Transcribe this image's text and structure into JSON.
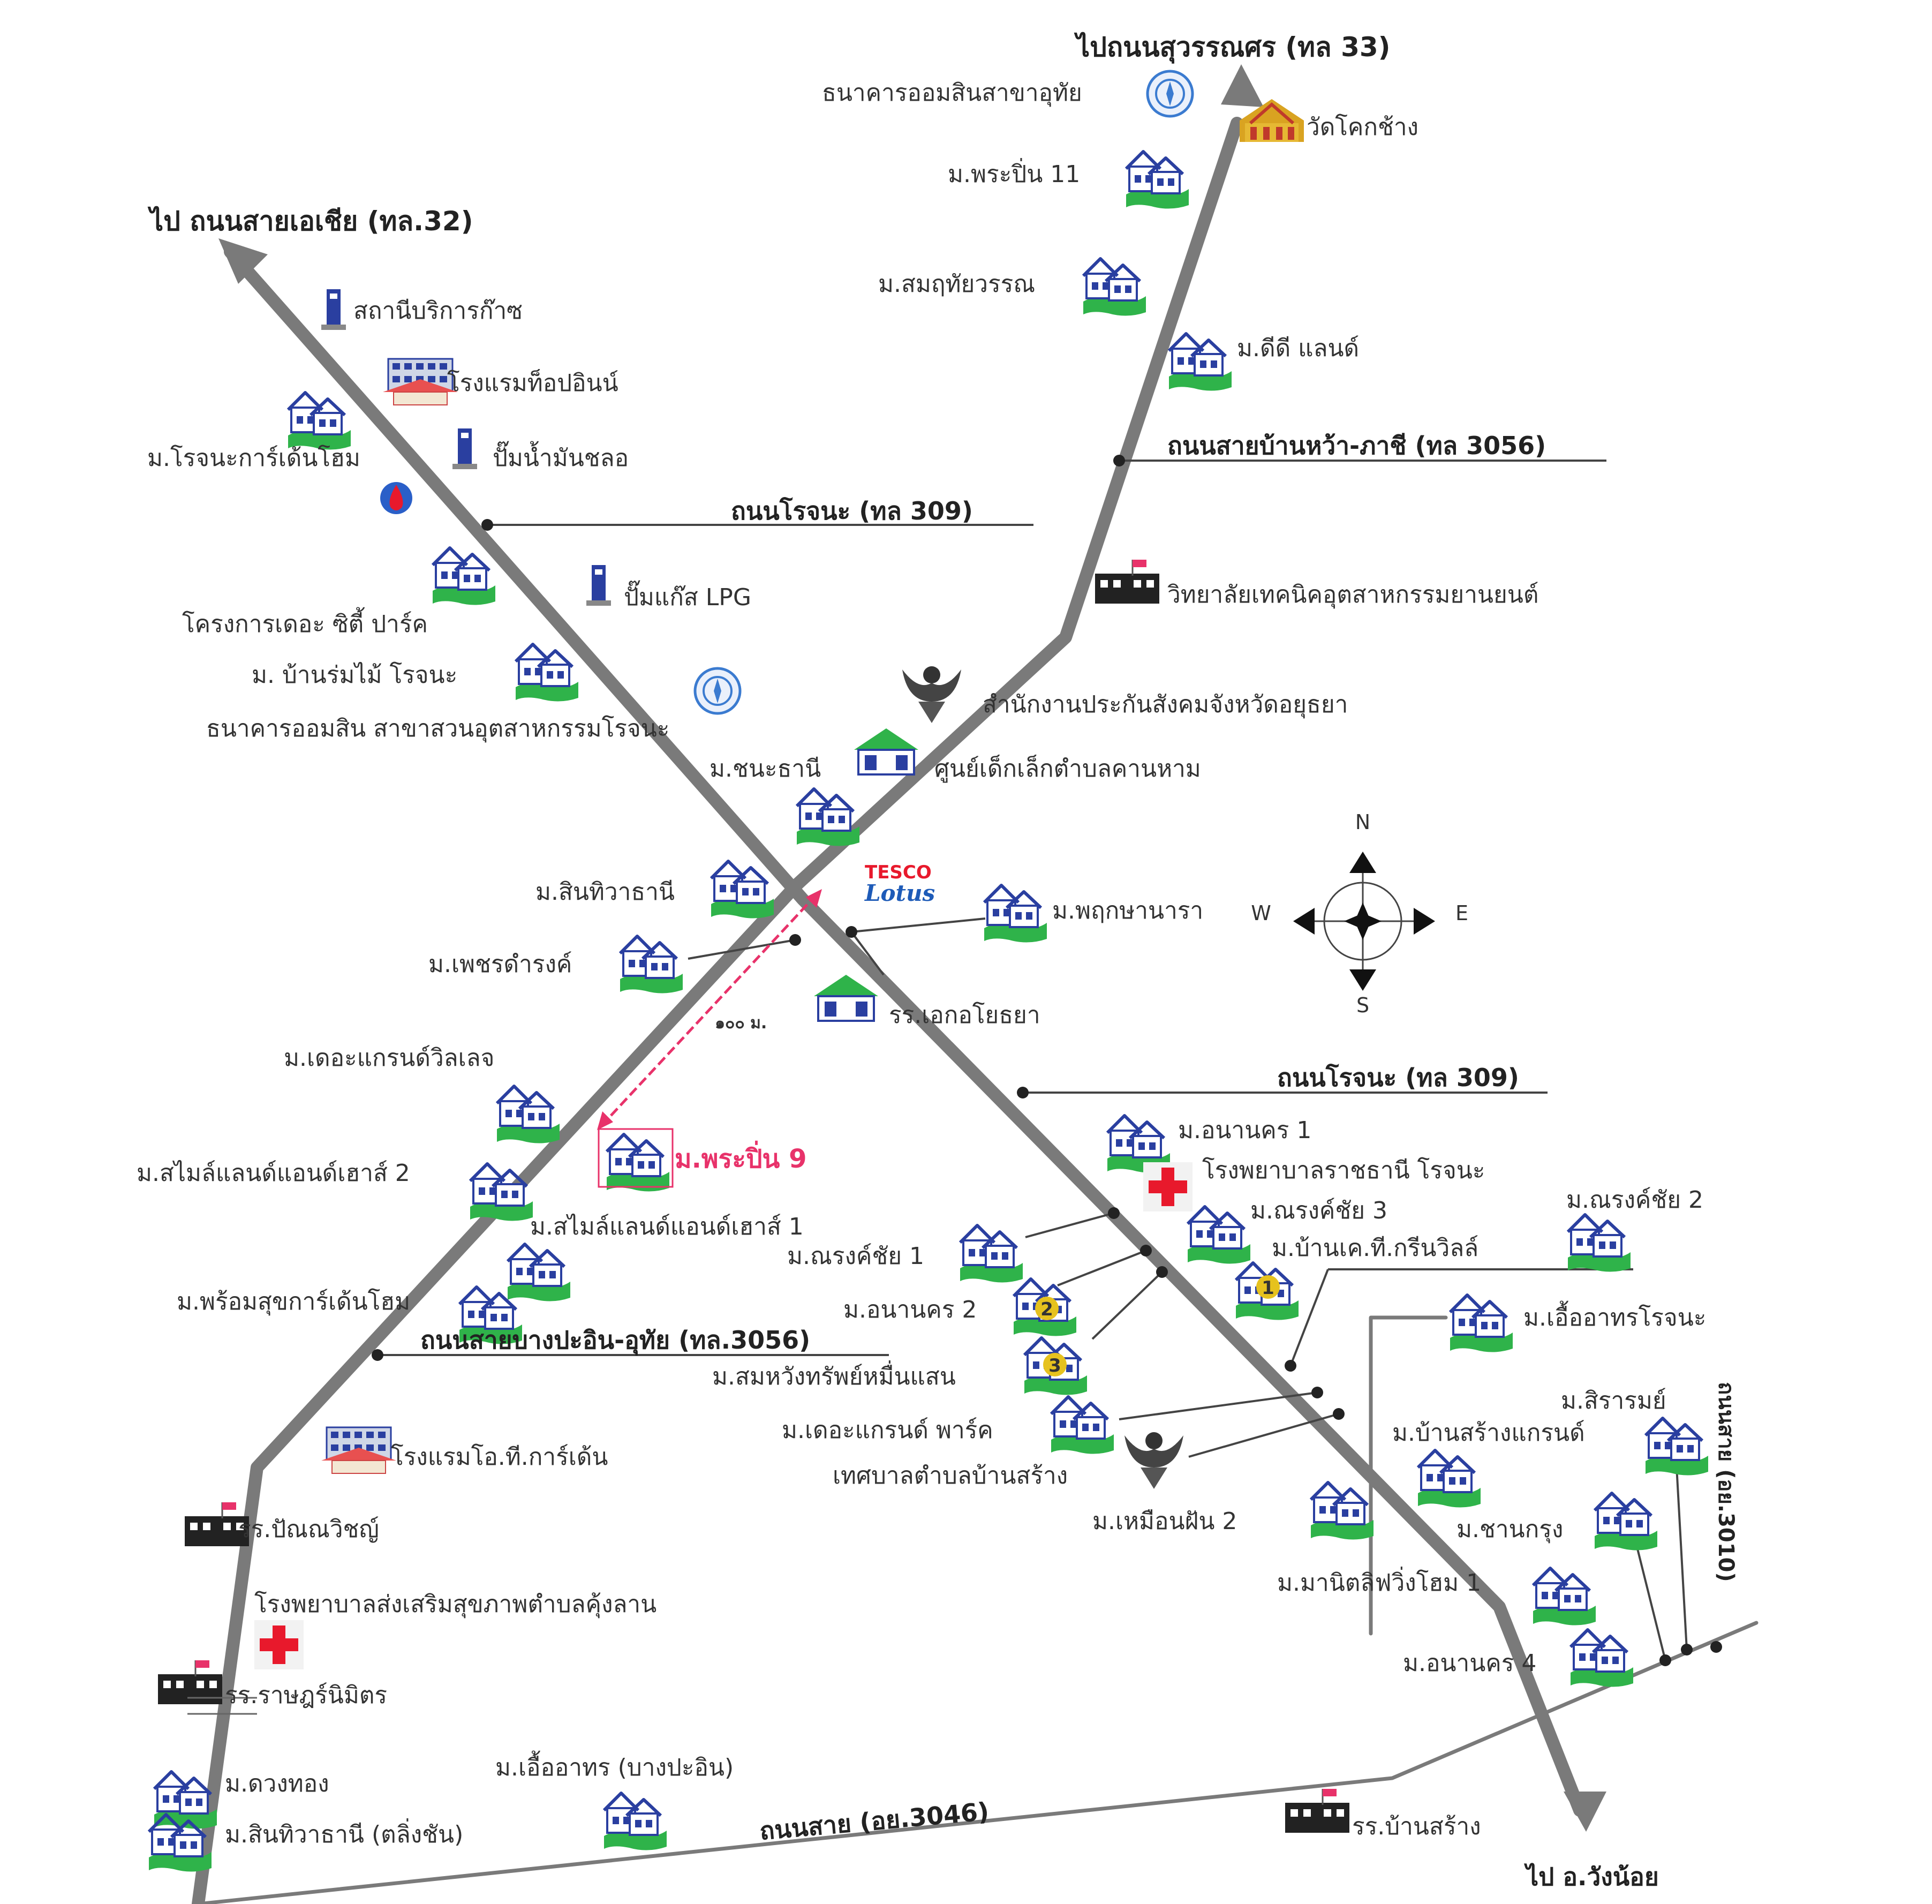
{
  "directions": {
    "to_asia": "ไป ถนนสายเอเชีย (ทล.32)",
    "to_suwannason": "ไปถนนสุวรรณศร (ทล 33)",
    "to_wangnoi": "ไป อ.วังน้อย"
  },
  "roads": {
    "rojana_309_upper": "ถนนโรจนะ (ทล 309)",
    "rojana_309_lower": "ถนนโรจนะ (ทล 309)",
    "banwa_phachi": "ถนนสายบ้านหว้า-ภาชี (ทล 3056)",
    "bangpain_uthai": "ถนนสายบางปะอิน-อุทัย (ทล.3056)",
    "ay3046": "ถนนสาย (อย.3046)",
    "ay3010": "ถนนสาย (อย.3010)"
  },
  "places": {
    "gsb_uthai": "ธนาคารออมสินสาขาอุทัย",
    "wat_khok_chang": "วัดโคกช้าง",
    "pruksa11": "ม.พระปิ่น 11",
    "somruthai": "ม.สมฤทัยวรรณ",
    "dd_land": "ม.ดีดี แลนด์",
    "gas_station": "สถานีบริการก๊าซ",
    "top_inn": "โรงแรมท็อปอินน์",
    "rojana_garden": "ม.โรจนะการ์เด้นโฮม",
    "oil_pump": "ปั๊มน้ำมันชลอ",
    "lpg_pump": "ปั๊มแก๊ส LPG",
    "city_park": "โครงการเดอะ ซิตี้ ปาร์ค",
    "tech_college": "วิทยาลัยเทคนิคอุตสาหกรรมยานยนต์",
    "banrom_mai": "ม. บ้านร่มไม้ โรจนะ",
    "gsb_rojana": "ธนาคารออมสิน สาขาสวนอุตสาหกรรมโรจนะ",
    "sso": "สำนักงานประกันสังคมจังหวัดอยุธยา",
    "chana_thani": "ม.ชนะธานี",
    "child_center": "ศูนย์เด็กเล็กตำบลคานหาม",
    "sinthawa": "ม.สินทิวาธานี",
    "pruksa_nara": "ม.พฤกษานารา",
    "phet_damrong": "ม.เพชรดำรงค์",
    "ekoyothaya": "รร.เอกอโยธยา",
    "grand_village": "ม.เดอะแกรนด์วิลเลจ",
    "ananakorn1": "ม.อนานคร 1",
    "rajthanee_hosp": "โรงพยาบาลราชธานี โรจนะ",
    "pruksa9": "ม.พระปิ่น 9",
    "smileland2": "ม.สไมล์แลนด์แอนด์เฮาส์ 2",
    "narongchai3": "ม.ณรงค์ชัย 3",
    "narongchai2": "ม.ณรงค์ชัย 2",
    "smileland1": "ม.สไมล์แลนด์แอนด์เฮาส์ 1",
    "narongchai1": "ม.ณรงค์ชัย 1",
    "bankt": "ม.บ้านเค.ที.กรีนวิลล์",
    "promsuk": "ม.พร้อมสุขการ์เด้นโฮม",
    "ananakorn2": "ม.อนานคร 2",
    "uea_rojana": "ม.เอื้ออาทรโรจนะ",
    "sommuang": "ม.สมหวังทรัพย์หมื่นแสน",
    "sirarom": "ม.สิรารมย์",
    "grand_park": "ม.เดอะแกรนด์ พาร์ค",
    "bansang_grand": "ม.บ้านสร้างแกรนด์",
    "ot_garden": "โรงแรมโอ.ที.การ์เด้น",
    "bansang_muni": "เทศบาลตำบลบ้านสร้าง",
    "muean_fan2": "ม.เหมือนฝัน 2",
    "chankrung": "ม.ชานกรุง",
    "pannawit": "รร.ปัณณวิชญ์",
    "manit": "ม.มานิตลิฟวิ่งโฮม 1",
    "health_hosp": "โรงพยาบาลส่งเสริมสุขภาพตำบลคุ้งลาน",
    "ananakorn4": "ม.อนานคร 4",
    "rat_nimit": "รร.ราษฎร์นิมิตร",
    "duangthong": "ม.ดวงทอง",
    "uea_bangpain": "ม.เอื้ออาทร (บางปะอิน)",
    "sinthawa2": "ม.สินทิวาธานี (ตลิ่งชัน)",
    "bansang_school": "รร.บ้านสร้าง"
  },
  "markers": {
    "tesco_top": "TESCO",
    "tesco_bottom": "Lotus",
    "distance": "๑๐๐ ม.",
    "num1": "1",
    "num2": "2",
    "num3": "3"
  },
  "compass": {
    "n": "N",
    "s": "S",
    "e": "E",
    "w": "W"
  },
  "colors": {
    "road": "#7a7a7a",
    "house_green": "#2fb34a",
    "house_blue": "#2a3fa0",
    "highlight": "#e8326a",
    "cross": "#e8192c",
    "tesco_red": "#e8192c",
    "lotus_blue": "#1e5bb8"
  }
}
